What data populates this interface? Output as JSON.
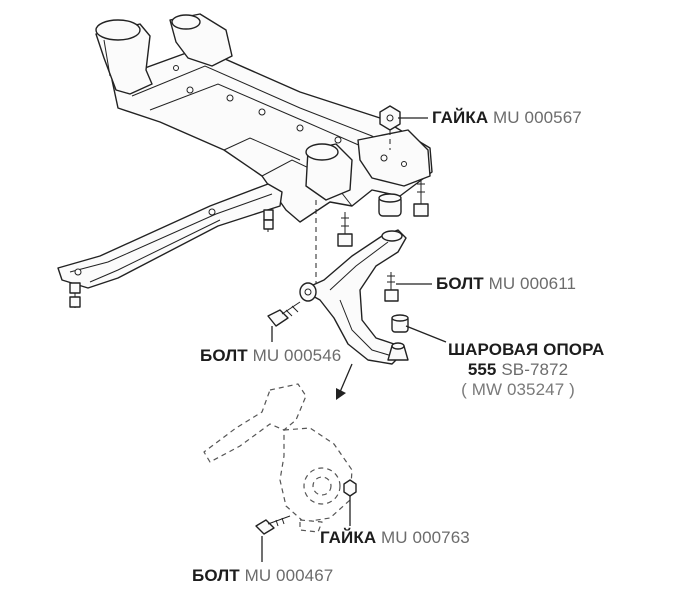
{
  "diagram": {
    "callouts": {
      "nut_top": {
        "name": "ГАЙКА",
        "code": "MU 000567"
      },
      "bolt_arm": {
        "name": "БОЛТ",
        "code": "MU 000611"
      },
      "ball_joint": {
        "name": "ШАРОВАЯ ОПОРА",
        "code_prefix": "555",
        "code": "SB-7872",
        "alt_code": "( MW 035247 )"
      },
      "bolt_left": {
        "name": "БОЛТ",
        "code": "MU 000546"
      },
      "nut_knuckle": {
        "name": "ГАЙКА",
        "code": "MU 000763"
      },
      "bolt_knuckle": {
        "name": "БОЛТ",
        "code": "MU 000467"
      }
    },
    "colors": {
      "label_dark": "#1d1d1d",
      "label_code": "#6c6c6c",
      "line": "#222222"
    }
  }
}
